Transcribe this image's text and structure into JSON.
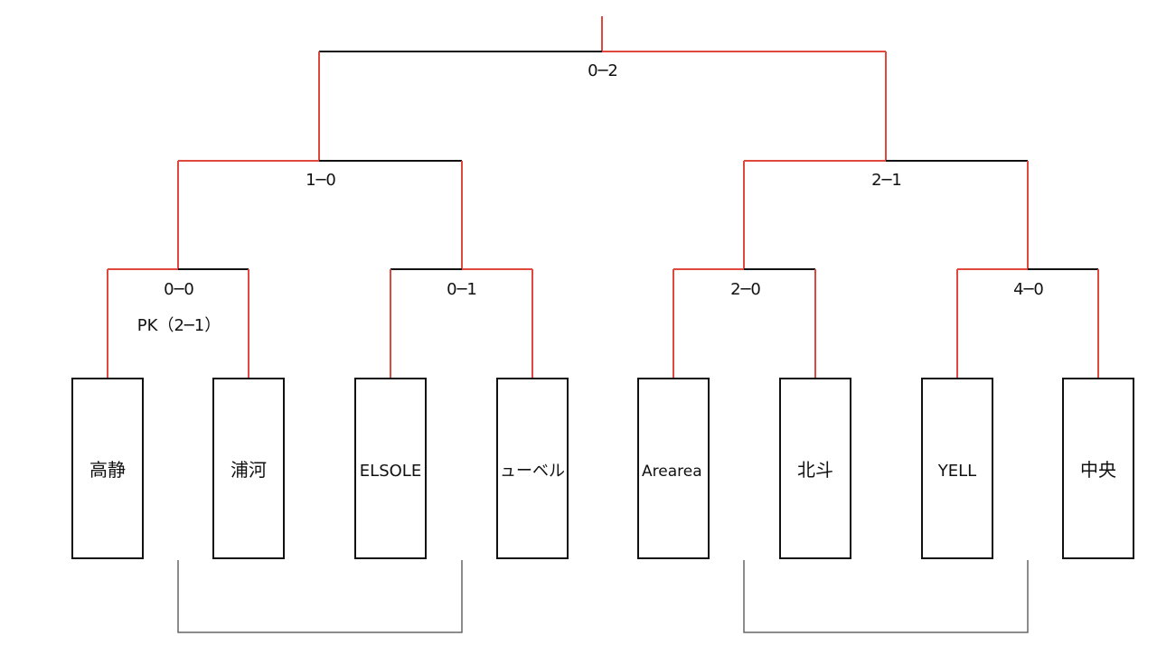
{
  "colors": {
    "winner_line": "#e0483e",
    "loser_line": "#111111",
    "placement_line": "#666666"
  },
  "teams": [
    {
      "name": "高静"
    },
    {
      "name": "浦河"
    },
    {
      "name": "ELSOLE"
    },
    {
      "name": "ューベル"
    },
    {
      "name": "Arearea"
    },
    {
      "name": "北斗"
    },
    {
      "name": "YELL"
    },
    {
      "name": "中央"
    }
  ],
  "matches": {
    "qf1": {
      "score": "0─0",
      "pk": "PK（2─1）"
    },
    "qf2": {
      "score": "0─1"
    },
    "qf3": {
      "score": "2─0"
    },
    "qf4": {
      "score": "4─0"
    },
    "sf1": {
      "score": "1─0"
    },
    "sf2": {
      "score": "2─1"
    },
    "final": {
      "score": "0─2"
    }
  }
}
